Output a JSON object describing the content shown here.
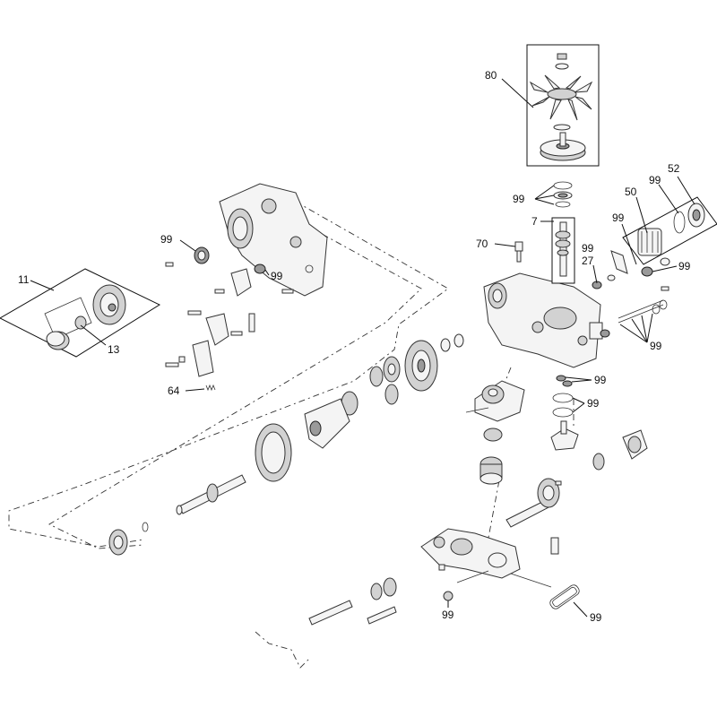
{
  "diagram": {
    "callouts": {
      "c80": "80",
      "c99_top": "99",
      "c7": "7",
      "c70": "70",
      "c99_27": "99",
      "c27": "27",
      "c99_right": "99",
      "c50": "50",
      "c99_filter": "99",
      "c52": "52",
      "c99_cover": "99",
      "c99_seal": "99",
      "c99_ports": "99",
      "c99_orings": "99",
      "c99_drain": "99",
      "c11": "11",
      "c13": "13",
      "c64": "64",
      "c99_bottom": "99",
      "c99_br": "99",
      "c99_housing": "99"
    },
    "colors": {
      "ink": "#111111",
      "fill_light": "#f4f4f4",
      "fill_mid": "#d2d2d2",
      "fill_dark": "#9a9a9a"
    }
  }
}
